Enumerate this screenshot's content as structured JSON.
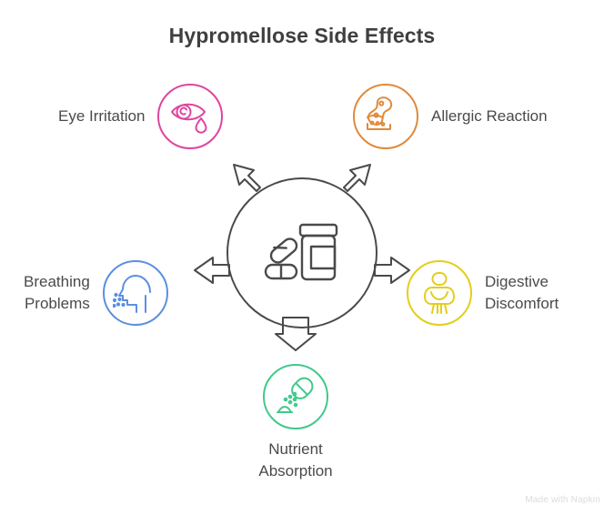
{
  "page": {
    "title": "Hypromellose Side Effects",
    "background_color": "#ffffff",
    "title_color": "#3f3f3f",
    "label_color": "#4a4a4a",
    "watermark": "Made with Napkin"
  },
  "center": {
    "icon_name": "pill-bottle-icon",
    "ring_color": "#4a4a4a",
    "arrow_color": "#4a4a4a",
    "arrow_count": 5
  },
  "nodes": [
    {
      "id": "eye-irritation",
      "label": "Eye Irritation",
      "icon_name": "eye-teardrop-icon",
      "color": "#e0459e",
      "label_side": "left",
      "position": "top-left"
    },
    {
      "id": "allergic-reaction",
      "label": "Allergic Reaction",
      "icon_name": "peanut-allergy-icon",
      "color": "#e08a3c",
      "label_side": "right",
      "position": "top-right"
    },
    {
      "id": "breathing-problems",
      "label": "Breathing\nProblems",
      "icon_name": "head-breathing-icon",
      "color": "#5b8fe0",
      "label_side": "left",
      "position": "mid-left"
    },
    {
      "id": "digestive-discomfort",
      "label": "Digestive\nDiscomfort",
      "icon_name": "stomach-ache-person-icon",
      "color": "#e3ce1a",
      "label_side": "right",
      "position": "mid-right"
    },
    {
      "id": "nutrient-absorption",
      "label": "Nutrient\nAbsorption",
      "icon_name": "capsule-powder-icon",
      "color": "#40c98a",
      "label_side": "bottom",
      "position": "bottom-center"
    }
  ]
}
